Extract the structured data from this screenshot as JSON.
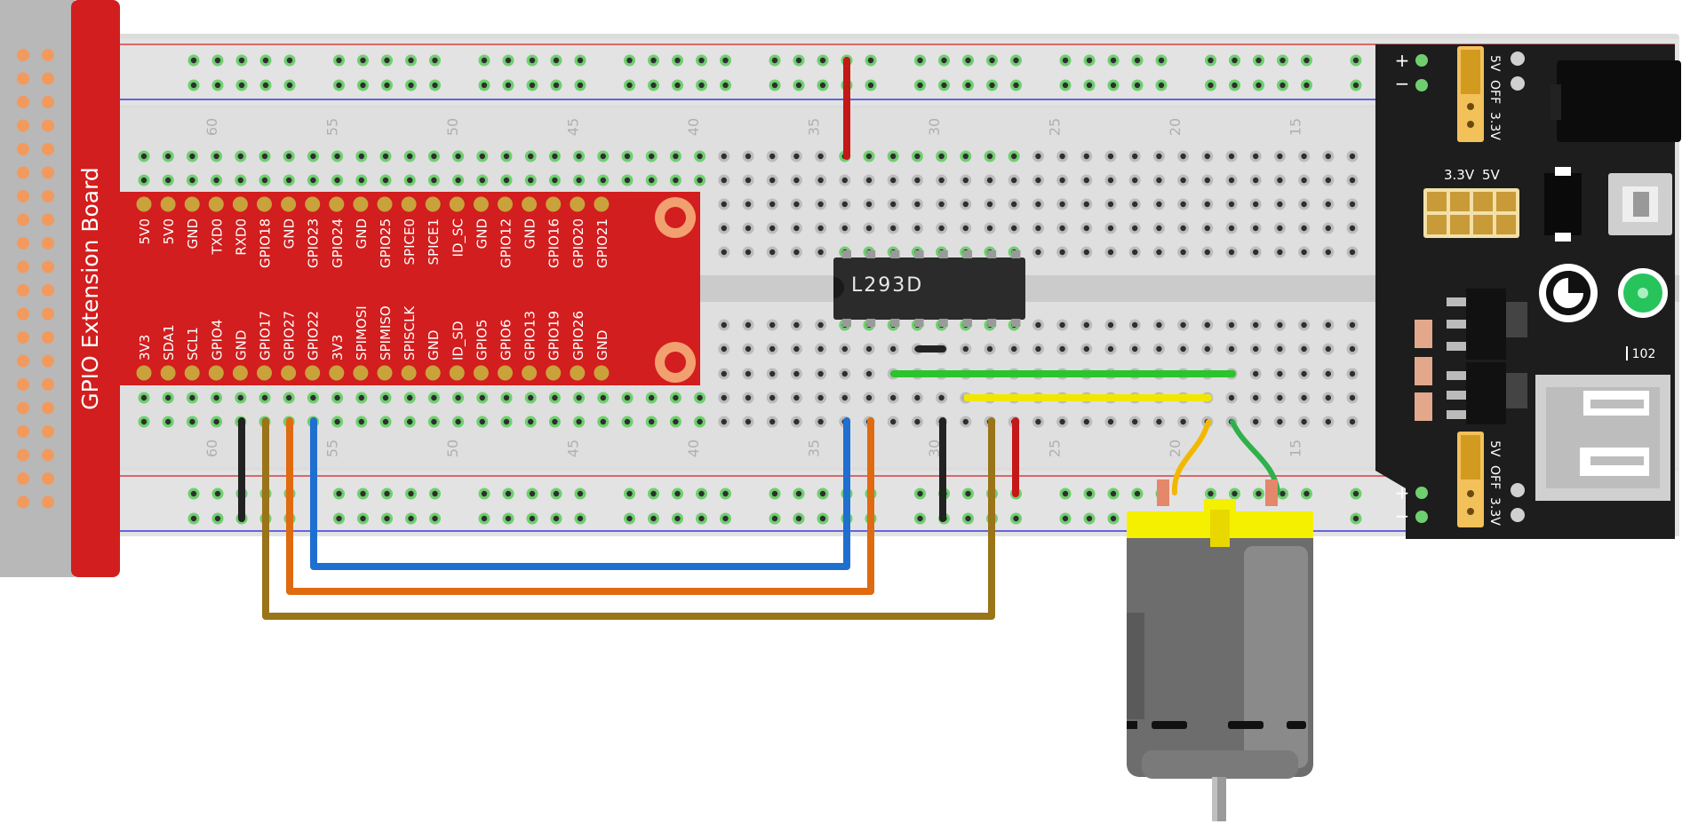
{
  "gpio_board": {
    "title": "GPIO Extension Board",
    "top_pins": [
      "5V0",
      "5V0",
      "GND",
      "TXD0",
      "RXD0",
      "GPIO18",
      "GND",
      "GPIO23",
      "GPIO24",
      "GND",
      "GPIO25",
      "SPICE0",
      "SPICE1",
      "ID_SC",
      "GND",
      "GPIO12",
      "GND",
      "GPIO16",
      "GPIO20",
      "GPIO21"
    ],
    "bottom_pins": [
      "3V3",
      "SDA1",
      "SCL1",
      "GPIO4",
      "GND",
      "GPIO17",
      "GPIO27",
      "GPIO22",
      "3V3",
      "SPIMOSI",
      "SPIMISO",
      "SPISCLK",
      "GND",
      "ID_SD",
      "GPIO5",
      "GPIO6",
      "GPIO13",
      "GPIO19",
      "GPIO26",
      "GND"
    ]
  },
  "breadboard": {
    "column_numbers": [
      "60",
      "55",
      "50",
      "45",
      "40",
      "35",
      "30",
      "25",
      "20",
      "15"
    ]
  },
  "chip": {
    "label": "L293D"
  },
  "power_module": {
    "plus": "+",
    "minus": "−",
    "jumper_top": [
      "5V",
      "OFF",
      "3.3V"
    ],
    "jumper_bottom": [
      "5V",
      "OFF",
      "3.3V"
    ],
    "header_left": "3.3V",
    "header_right": "5V",
    "part_code": "102"
  },
  "colors": {
    "board_red": "#d21e1e",
    "pin_gold": "#c9a23c",
    "hole_green": "#6fcf6f",
    "wire_blue": "#1f6fd1",
    "wire_orange": "#e06a10",
    "wire_brown": "#9a7418",
    "wire_red": "#c41818",
    "wire_black": "#222222",
    "wire_green": "#2bc42b",
    "wire_yellow": "#f2e600",
    "motor_yellow": "#f4f000"
  }
}
